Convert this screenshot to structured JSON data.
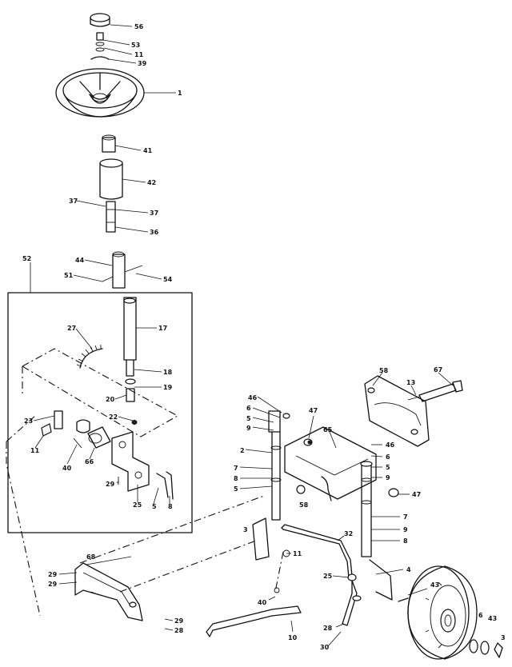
{
  "callouts": [
    {
      "id": "c56a",
      "text": "56"
    },
    {
      "id": "c53",
      "text": "53"
    },
    {
      "id": "c11a",
      "text": "11"
    },
    {
      "id": "c39",
      "text": "39"
    },
    {
      "id": "c1",
      "text": "1"
    },
    {
      "id": "c41",
      "text": "41"
    },
    {
      "id": "c42",
      "text": "42"
    },
    {
      "id": "c37a",
      "text": "37"
    },
    {
      "id": "c37b",
      "text": "37"
    },
    {
      "id": "c36",
      "text": "36"
    },
    {
      "id": "c52",
      "text": "52"
    },
    {
      "id": "c44",
      "text": "44"
    },
    {
      "id": "c51",
      "text": "51"
    },
    {
      "id": "c54",
      "text": "54"
    },
    {
      "id": "c17",
      "text": "17"
    },
    {
      "id": "c27",
      "text": "27"
    },
    {
      "id": "c18",
      "text": "18"
    },
    {
      "id": "c19",
      "text": "19"
    },
    {
      "id": "c20",
      "text": "20"
    },
    {
      "id": "c22",
      "text": "22"
    },
    {
      "id": "c23",
      "text": "23"
    },
    {
      "id": "c11b",
      "text": "11"
    },
    {
      "id": "c40a",
      "text": "40"
    },
    {
      "id": "c66",
      "text": "66"
    },
    {
      "id": "c29a",
      "text": "29"
    },
    {
      "id": "c25a",
      "text": "25"
    },
    {
      "id": "c5a",
      "text": "5"
    },
    {
      "id": "c8a",
      "text": "8"
    },
    {
      "id": "c58a",
      "text": "58"
    },
    {
      "id": "c13",
      "text": "13"
    },
    {
      "id": "c67",
      "text": "67"
    },
    {
      "id": "c46a",
      "text": "46"
    },
    {
      "id": "c6a",
      "text": "6"
    },
    {
      "id": "c5b",
      "text": "5"
    },
    {
      "id": "c9a",
      "text": "9"
    },
    {
      "id": "c47a",
      "text": "47"
    },
    {
      "id": "c65",
      "text": "65"
    },
    {
      "id": "c2",
      "text": "2"
    },
    {
      "id": "c46b",
      "text": "46"
    },
    {
      "id": "c6b",
      "text": "6"
    },
    {
      "id": "c5c",
      "text": "5"
    },
    {
      "id": "c9b",
      "text": "9"
    },
    {
      "id": "c7a",
      "text": "7"
    },
    {
      "id": "c8b",
      "text": "8"
    },
    {
      "id": "c5d",
      "text": "5"
    },
    {
      "id": "c47b",
      "text": "47"
    },
    {
      "id": "c58b",
      "text": "58"
    },
    {
      "id": "c7b",
      "text": "7"
    },
    {
      "id": "c9c",
      "text": "9"
    },
    {
      "id": "c8c",
      "text": "8"
    },
    {
      "id": "c3",
      "text": "3"
    },
    {
      "id": "c32",
      "text": "32"
    },
    {
      "id": "c11c",
      "text": "11"
    },
    {
      "id": "c68",
      "text": "68"
    },
    {
      "id": "c29b",
      "text": "29"
    },
    {
      "id": "c29c",
      "text": "29"
    },
    {
      "id": "c25b",
      "text": "25"
    },
    {
      "id": "c4",
      "text": "4"
    },
    {
      "id": "c43a",
      "text": "43"
    },
    {
      "id": "c40b",
      "text": "40"
    },
    {
      "id": "c29d",
      "text": "29"
    },
    {
      "id": "c28",
      "text": "28"
    },
    {
      "id": "c10",
      "text": "10"
    },
    {
      "id": "c28b",
      "text": "28"
    },
    {
      "id": "c30",
      "text": "30"
    },
    {
      "id": "c6c",
      "text": "6"
    },
    {
      "id": "c43b",
      "text": "43"
    },
    {
      "id": "c3b",
      "text": "3"
    }
  ]
}
